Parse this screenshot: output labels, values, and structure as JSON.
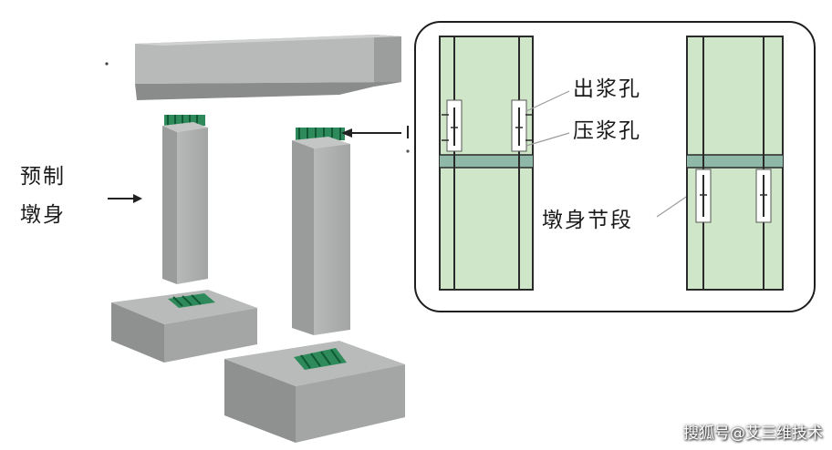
{
  "labels": {
    "prefab_line1": "预制",
    "prefab_line2": "墩身",
    "outlet_hole": "出浆孔",
    "grout_hole": "压浆孔",
    "pier_segment": "墩身节段"
  },
  "watermark": "搜狐号@艾三维技术",
  "colors": {
    "concrete": "#a9abaa",
    "concrete_dark": "#7f8281",
    "concrete_light": "#c7c9c8",
    "rebar_green": "#2e8a5a",
    "panel_green": "#cfe6c8",
    "panel_border": "#2a2a2a",
    "joint_band": "#8fb8a8"
  }
}
